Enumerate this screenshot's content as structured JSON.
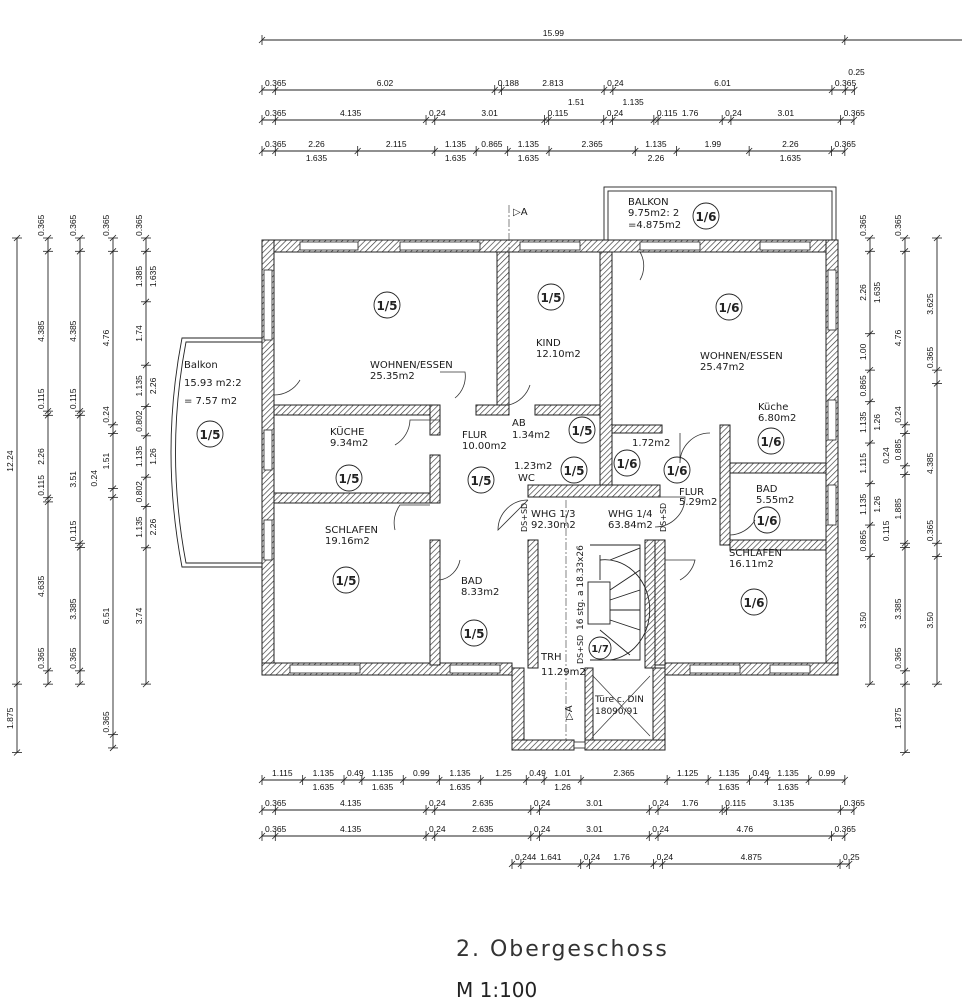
{
  "title": "2. Obergeschoss",
  "scale": "M 1:100",
  "rooms": {
    "wohnen_left": {
      "name": "WOHNEN/ESSEN",
      "area": "25.35m2",
      "unit": "1/5"
    },
    "kueche_left": {
      "name": "KÜCHE",
      "area": "9.34m2",
      "unit": "1/5"
    },
    "schlafen_left": {
      "name": "SCHLAFEN",
      "area": "19.16m2",
      "unit": "1/5"
    },
    "flur_left": {
      "name": "FLUR",
      "area": "10.00m2",
      "unit": "1/5"
    },
    "bad_left": {
      "name": "BAD",
      "area": "8.33m2",
      "unit": "1/5"
    },
    "kind": {
      "name": "KIND",
      "area": "12.10m2",
      "unit": "1/5"
    },
    "ab": {
      "name": "AB",
      "area": "1.34m2",
      "unit": "1/5"
    },
    "wc": {
      "name": "WC",
      "area": "1.23m2",
      "unit": "1/5"
    },
    "balkon_left": {
      "name": "Balkon",
      "area": "15.93 m2:2",
      "area2": "= 7.57 m2",
      "unit": "1/5"
    },
    "wohnen_right": {
      "name": "WOHNEN/ESSEN",
      "area": "25.47m2",
      "unit": "1/6"
    },
    "kueche_right": {
      "name": "Küche",
      "area": "6.80m2",
      "unit": "1/6"
    },
    "flur_right": {
      "name": "FLUR",
      "area": "5.29m2",
      "unit": "1/6"
    },
    "abst_right": {
      "area": "1.72m2",
      "unit": "1/6"
    },
    "bad_right": {
      "name": "BAD",
      "area": "5.55m2",
      "unit": "1/6"
    },
    "schlafen_right": {
      "name": "SCHLAFEN",
      "area": "16.11m2",
      "unit": "1/6"
    },
    "balkon_right": {
      "name": "BALKON",
      "area": "9.75m2: 2",
      "area2": "=4.875m2",
      "unit": "1/6"
    },
    "trh": {
      "name": "TRH",
      "area": "11.29m2",
      "unit": "1/7"
    }
  },
  "whg": [
    {
      "name": "WHG 1/3",
      "area": "92.30m2"
    },
    {
      "name": "WHG 1/4",
      "area": "63.84m2"
    }
  ],
  "stair": {
    "label": "16 stg. a 18.33x26",
    "door_label": "DS+SD",
    "lift_label1": "Türe c. DIN",
    "lift_label2": "18090/91"
  },
  "section_marker": "A",
  "dimensions": {
    "top0": [
      {
        "v": "15.99"
      }
    ],
    "top1": [
      {
        "v": "0.365"
      },
      {
        "v": "6.02"
      },
      {
        "v": "0.188"
      },
      {
        "v": "2.813"
      },
      {
        "v": "0.24"
      },
      {
        "v": "6.01"
      },
      {
        "v": "0.365"
      },
      {
        "v": "0.25"
      }
    ],
    "top2": [
      {
        "v": "0.365"
      },
      {
        "v": "4.135"
      },
      {
        "v": "0.24"
      },
      {
        "v": "3.01"
      },
      {
        "v": "0.115"
      },
      {
        "v": "1.51"
      },
      {
        "v": "0.24"
      },
      {
        "v": "1.135"
      },
      {
        "v": "0.115"
      },
      {
        "v": "1.76"
      },
      {
        "v": "0.24"
      },
      {
        "v": "3.01"
      },
      {
        "v": "0.365"
      }
    ],
    "top3": [
      {
        "v": "0.365"
      },
      {
        "v": "2.26",
        "s": "1.635"
      },
      {
        "v": "2.115"
      },
      {
        "v": "1.135",
        "s": "1.635"
      },
      {
        "v": "0.865"
      },
      {
        "v": "1.135",
        "s": "1.635"
      },
      {
        "v": "2.365"
      },
      {
        "v": "1.135",
        "s": "2.26"
      },
      {
        "v": "1.99"
      },
      {
        "v": "2.26",
        "s": "1.635"
      },
      {
        "v": "0.365"
      }
    ],
    "bot1": [
      {
        "v": "1.115"
      },
      {
        "v": "1.135",
        "s": "1.635"
      },
      {
        "v": "0.49"
      },
      {
        "v": "1.135",
        "s": "1.635"
      },
      {
        "v": "0.99"
      },
      {
        "v": "1.135",
        "s": "1.635"
      },
      {
        "v": "1.25"
      },
      {
        "v": "0.49"
      },
      {
        "v": "1.01",
        "s": "1.26"
      },
      {
        "v": "2.365"
      },
      {
        "v": "1.125"
      },
      {
        "v": "1.135",
        "s": "1.635"
      },
      {
        "v": "0.49"
      },
      {
        "v": "1.135",
        "s": "1.635"
      },
      {
        "v": "0.99"
      }
    ],
    "bot2": [
      {
        "v": "0.365"
      },
      {
        "v": "4.135"
      },
      {
        "v": "0.24"
      },
      {
        "v": "2.635"
      },
      {
        "v": "0.24"
      },
      {
        "v": "3.01"
      },
      {
        "v": "0.24"
      },
      {
        "v": "1.76"
      },
      {
        "v": "0.115"
      },
      {
        "v": "3.135"
      },
      {
        "v": "0.365"
      }
    ],
    "bot3": [
      {
        "v": "0.365"
      },
      {
        "v": "4.135"
      },
      {
        "v": "0.24"
      },
      {
        "v": "2.635"
      },
      {
        "v": "0.24"
      },
      {
        "v": "3.01"
      },
      {
        "v": "0.24"
      },
      {
        "v": "4.76"
      },
      {
        "v": "0.365"
      }
    ],
    "bot4": [
      {
        "v": "0.244"
      },
      {
        "v": "1.641"
      },
      {
        "v": "0.24"
      },
      {
        "v": "1.76"
      },
      {
        "v": "0.24"
      },
      {
        "v": "4.875"
      },
      {
        "v": "0.25"
      }
    ],
    "left1": [
      {
        "v": "12.24"
      },
      {
        "v": "1.875"
      }
    ],
    "left2": [
      {
        "v": "0.365"
      },
      {
        "v": "4.385"
      },
      {
        "v": "0.115"
      },
      {
        "v": "2.26"
      },
      {
        "v": "0.115"
      },
      {
        "v": "4.635"
      },
      {
        "v": "0.365"
      }
    ],
    "left3": [
      {
        "v": "0.365"
      },
      {
        "v": "4.385"
      },
      {
        "v": "0.115"
      },
      {
        "v": "3.51"
      },
      {
        "v": "0.115"
      },
      {
        "v": "3.385"
      },
      {
        "v": "0.365"
      }
    ],
    "left4": [
      {
        "v": "0.365"
      },
      {
        "v": "4.76"
      },
      {
        "v": "0.24"
      },
      {
        "v": "1.51"
      },
      {
        "v": "0.24"
      },
      {
        "v": "6.51"
      },
      {
        "v": "0.365"
      }
    ],
    "left5": [
      {
        "v": "0.365"
      },
      {
        "v": "1.385",
        "s": "1.635"
      },
      {
        "v": "1.74"
      },
      {
        "v": "1.135",
        "s": "2.26"
      },
      {
        "v": "0.802"
      },
      {
        "v": "1.135",
        "s": "1.26"
      },
      {
        "v": "0.802"
      },
      {
        "v": "1.135",
        "s": "2.26"
      },
      {
        "v": "3.74"
      }
    ],
    "right1": [
      {
        "v": "0.365"
      },
      {
        "v": "2.26",
        "s": "1.635"
      },
      {
        "v": "1.00"
      },
      {
        "v": "0.865"
      },
      {
        "v": "1.135",
        "s": "1.26"
      },
      {
        "v": "1.115"
      },
      {
        "v": "1.135",
        "s": "1.26"
      },
      {
        "v": "0.865"
      },
      {
        "v": "3.50"
      }
    ],
    "right2": [
      {
        "v": "0.365"
      },
      {
        "v": "4.76"
      },
      {
        "v": "0.24"
      },
      {
        "v": "0.885"
      },
      {
        "v": "0.24"
      },
      {
        "v": "1.885"
      },
      {
        "v": "0.115"
      },
      {
        "v": "3.385"
      },
      {
        "v": "0.365"
      },
      {
        "v": "1.875"
      }
    ],
    "right3": [
      {
        "v": "3.625"
      },
      {
        "v": "0.365"
      },
      {
        "v": "4.385"
      },
      {
        "v": "0.365"
      },
      {
        "v": "3.50"
      }
    ]
  }
}
